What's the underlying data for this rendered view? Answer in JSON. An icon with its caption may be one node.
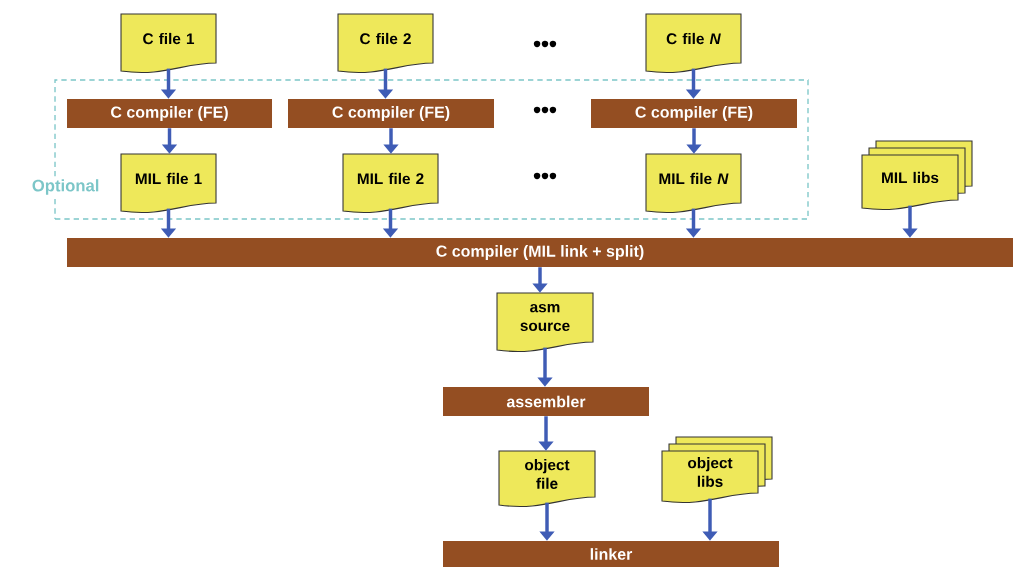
{
  "diagram": {
    "nodes": [
      {
        "text": [
          "C file 1"
        ]
      },
      {
        "text": [
          "C file 2"
        ]
      },
      {
        "text": [
          "C file *N*"
        ]
      },
      {
        "text": [
          "Optional"
        ]
      },
      {
        "text": [
          "C compiler (FE)"
        ],
        "in": 3
      },
      {
        "text": [
          "C compiler (FE)"
        ],
        "in": 3
      },
      {
        "text": [
          "C compiler (FE)"
        ],
        "in": 3
      },
      {
        "text": [
          "MIL file 1"
        ],
        "in": 3
      },
      {
        "text": [
          "MIL file 2"
        ],
        "in": 3
      },
      {
        "text": [
          "MIL file *N*"
        ],
        "in": 3
      },
      {
        "text": [
          "MIL libs"
        ]
      },
      {
        "text": [
          "C compiler (MIL link + split)"
        ]
      },
      {
        "text": [
          "asm source"
        ]
      },
      {
        "text": [
          "assembler"
        ]
      },
      {
        "text": [
          "object file"
        ]
      },
      {
        "text": [
          "object libs"
        ]
      },
      {
        "text": [
          "linker"
        ]
      }
    ],
    "edges": [
      {
        "from": 0,
        "to": 4,
        "arrow": "to"
      },
      {
        "from": 1,
        "to": 5,
        "arrow": "to"
      },
      {
        "from": 2,
        "to": 6,
        "arrow": "to"
      },
      {
        "from": 4,
        "to": 7,
        "arrow": "to"
      },
      {
        "from": 5,
        "to": 8,
        "arrow": "to"
      },
      {
        "from": 6,
        "to": 9,
        "arrow": "to"
      },
      {
        "from": 7,
        "to": 11,
        "arrow": "to"
      },
      {
        "from": 8,
        "to": 11,
        "arrow": "to"
      },
      {
        "from": 9,
        "to": 11,
        "arrow": "to"
      },
      {
        "from": 10,
        "to": 11,
        "arrow": "to"
      },
      {
        "from": 11,
        "to": 12,
        "arrow": "to"
      },
      {
        "from": 12,
        "to": 13,
        "arrow": "to"
      },
      {
        "from": 13,
        "to": 14,
        "arrow": "to"
      },
      {
        "from": 14,
        "to": 16,
        "arrow": "to"
      },
      {
        "from": 15,
        "to": 16,
        "arrow": "to"
      }
    ],
    "labels": [
      "•••",
      "•••",
      "•••"
    ]
  }
}
